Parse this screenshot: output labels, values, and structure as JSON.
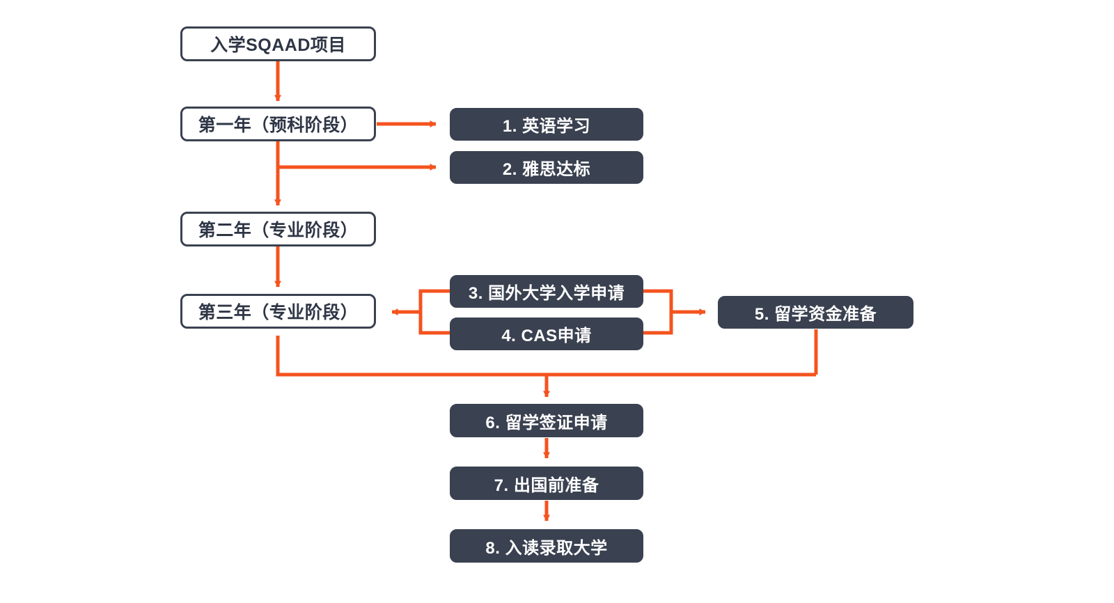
{
  "diagram": {
    "title": "入学SQAAD项目",
    "colors": {
      "accent": "#f4531f",
      "node_dark": "#3a4150",
      "node_border": "#3a4150",
      "background": "#ffffff",
      "text_light": "#ffffff",
      "text_dark": "#2e3545"
    },
    "start": {
      "label": "入学SQAAD项目"
    },
    "stages": [
      {
        "id": "year1",
        "label": "第一年（预科阶段）"
      },
      {
        "id": "year2",
        "label": "第二年（专业阶段）"
      },
      {
        "id": "year3",
        "label": "第三年（专业阶段）"
      }
    ],
    "steps": [
      {
        "id": "step1",
        "label": "1. 英语学习"
      },
      {
        "id": "step2",
        "label": "2. 雅思达标"
      },
      {
        "id": "step3",
        "label": "3. 国外大学入学申请"
      },
      {
        "id": "step4",
        "label": "4. CAS申请"
      },
      {
        "id": "step5",
        "label": "5. 留学资金准备"
      },
      {
        "id": "step6",
        "label": "6. 留学签证申请"
      },
      {
        "id": "step7",
        "label": "7. 出国前准备"
      },
      {
        "id": "step8",
        "label": "8. 入读录取大学"
      }
    ],
    "edges": [
      {
        "from": "入学SQAAD项目",
        "to": "第一年（预科阶段）"
      },
      {
        "from": "第一年（预科阶段）",
        "to": "1. 英语学习"
      },
      {
        "from": "第一年（预科阶段）",
        "to": "2. 雅思达标"
      },
      {
        "from": "第一年（预科阶段）",
        "to": "第二年（专业阶段）"
      },
      {
        "from": "第二年（专业阶段）",
        "to": "第三年（专业阶段）"
      },
      {
        "from": "3. 国外大学入学申请",
        "to": "第三年（专业阶段）"
      },
      {
        "from": "4. CAS申请",
        "to": "第三年（专业阶段）"
      },
      {
        "from": "3. 国外大学入学申请",
        "to": "5. 留学资金准备"
      },
      {
        "from": "4. CAS申请",
        "to": "5. 留学资金准备"
      },
      {
        "from": "第三年（专业阶段）",
        "to": "6. 留学签证申请"
      },
      {
        "from": "5. 留学资金准备",
        "to": "6. 留学签证申请"
      },
      {
        "from": "6. 留学签证申请",
        "to": "7. 出国前准备"
      },
      {
        "from": "7. 出国前准备",
        "to": "8. 入读录取大学"
      }
    ]
  }
}
